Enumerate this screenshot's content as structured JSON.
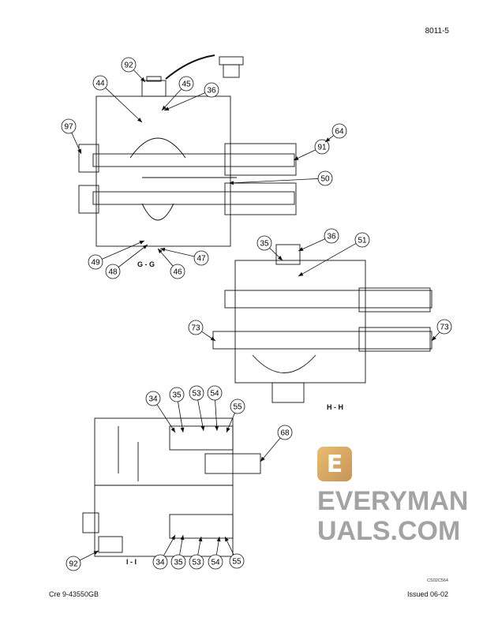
{
  "header": {
    "page_number": "8011-5"
  },
  "sections": {
    "gg": {
      "label": "G - G",
      "callouts": [
        "92",
        "44",
        "45",
        "36",
        "97",
        "91",
        "64",
        "50",
        "49",
        "48",
        "47",
        "46"
      ]
    },
    "hh": {
      "label": "H - H",
      "callouts": [
        "35",
        "36",
        "51",
        "73",
        "73"
      ]
    },
    "ii": {
      "label": "I - I",
      "callouts": [
        "34",
        "35",
        "53",
        "54",
        "55",
        "68",
        "92",
        "34",
        "35",
        "53",
        "54",
        "55"
      ]
    }
  },
  "watermark": {
    "text": "EVERYMANUALS.COM",
    "logo_letter": "E",
    "logo_color": "#d79a3c"
  },
  "footer": {
    "figure_code": "CS02C564",
    "document_number": "Cre 9-43550GB",
    "issued": "Issued 06-02"
  }
}
